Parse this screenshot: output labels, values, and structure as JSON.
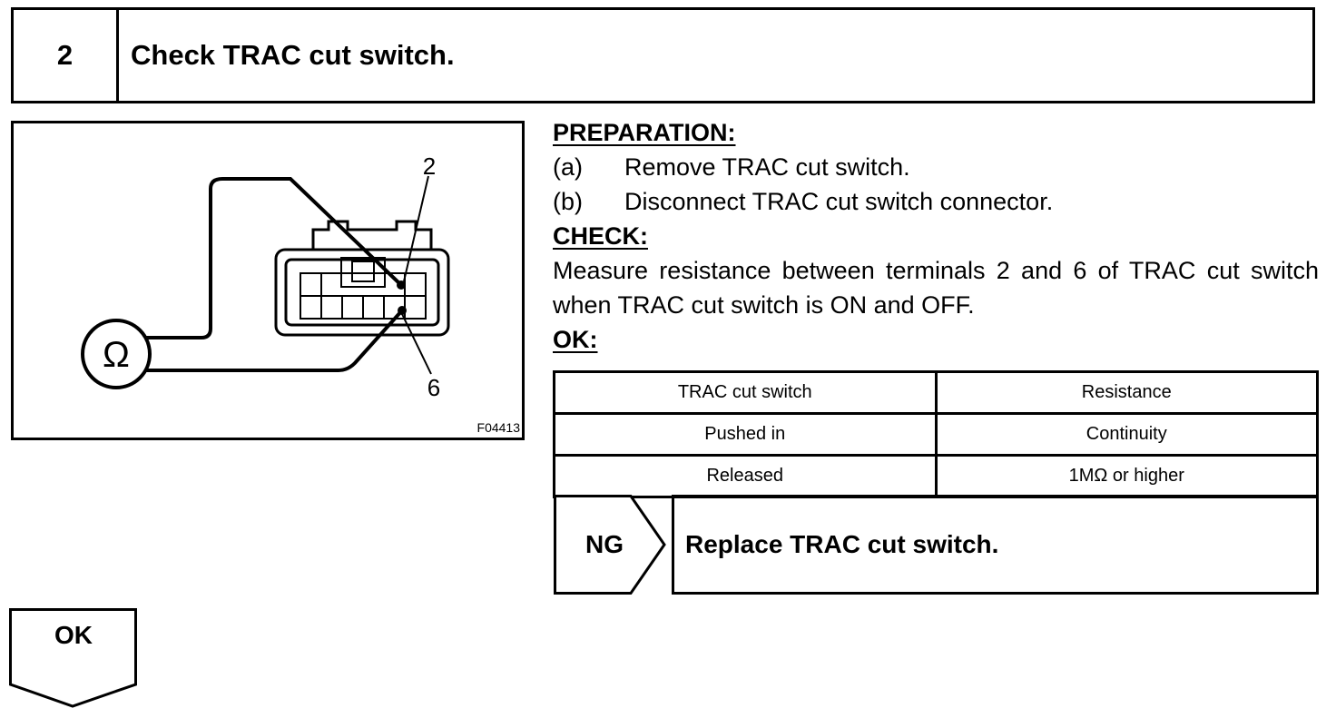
{
  "step": {
    "number": "2",
    "title": "Check TRAC cut switch."
  },
  "diagram": {
    "terminal_a": "2",
    "terminal_b": "6",
    "meter_symbol": "Ω",
    "figure_code": "F04413"
  },
  "preparation": {
    "heading": "PREPARATION:",
    "items": [
      {
        "label": "(a)",
        "text": "Remove TRAC cut switch."
      },
      {
        "label": "(b)",
        "text": "Disconnect TRAC cut switch connector."
      }
    ]
  },
  "check": {
    "heading": "CHECK:",
    "text": "Measure resistance between terminals 2 and 6 of TRAC cut switch when TRAC cut switch is ON and OFF."
  },
  "ok_heading": "OK:",
  "spec_table": {
    "headers": [
      "TRAC cut switch",
      "Resistance"
    ],
    "rows": [
      [
        "Pushed in",
        "Continuity"
      ],
      [
        "Released",
        "1MΩ or higher"
      ]
    ]
  },
  "ng": {
    "label": "NG",
    "action": "Replace TRAC cut switch."
  },
  "ok": {
    "label": "OK"
  }
}
